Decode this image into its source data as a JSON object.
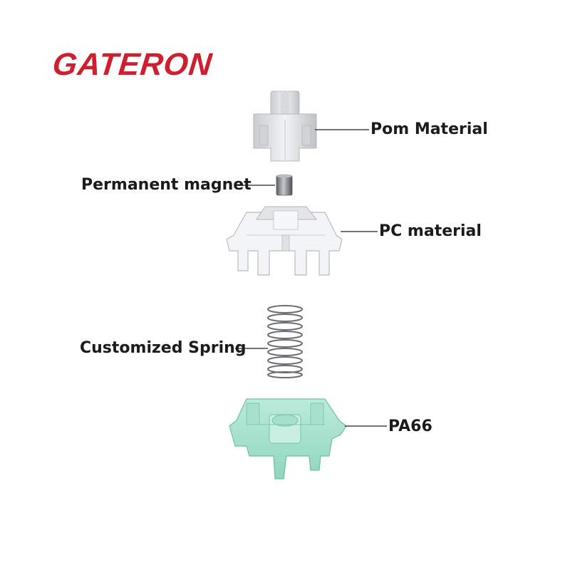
{
  "brand": {
    "name": "GATERON",
    "color": "#cf1f2e"
  },
  "parts": [
    {
      "id": "stem",
      "label": "Pom Material",
      "color": "#e3e6e8"
    },
    {
      "id": "magnet",
      "label": "Permanent magnet",
      "color": "#8a8d92"
    },
    {
      "id": "housing-top",
      "label": "PC material",
      "color": "#e8eaec"
    },
    {
      "id": "spring",
      "label": "Customized Spring",
      "color": "#6b6f73"
    },
    {
      "id": "housing-bottom",
      "label": "PA66",
      "color": "#a9e3cf"
    }
  ]
}
